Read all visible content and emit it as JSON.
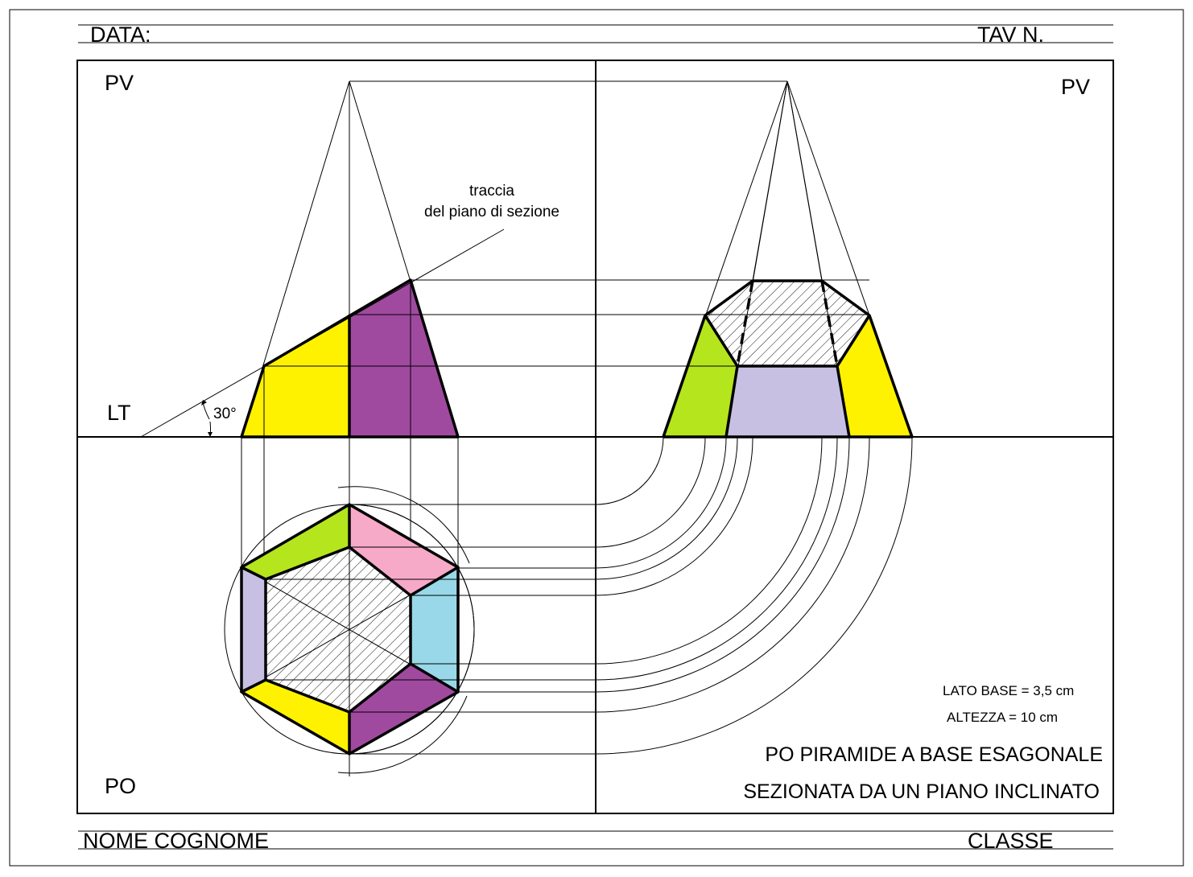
{
  "header": {
    "data_label": "DATA:",
    "tav_label": "TAV N."
  },
  "footer": {
    "name_label": "NOME COGNOME",
    "class_label": "CLASSE"
  },
  "planes": {
    "pv_left": "PV",
    "pv_right": "PV",
    "lt": "LT",
    "po": "PO"
  },
  "annotation": {
    "trace_line1": "traccia",
    "trace_line2": "del piano di sezione",
    "angle": "30°"
  },
  "specs": {
    "base_side": "LATO BASE = 3,5 cm",
    "height": "ALTEZZA = 10 cm"
  },
  "title": {
    "line1": "PO PIRAMIDE A BASE ESAGONALE",
    "line2": "SEZIONATA DA UN PIANO INCLINATO"
  },
  "colors": {
    "yellow": "#fff200",
    "purple": "#a04a9f",
    "green": "#b5e51d",
    "lavender": "#c8c0e2",
    "pink": "#f7a9c8",
    "cyan": "#99d8e8"
  }
}
